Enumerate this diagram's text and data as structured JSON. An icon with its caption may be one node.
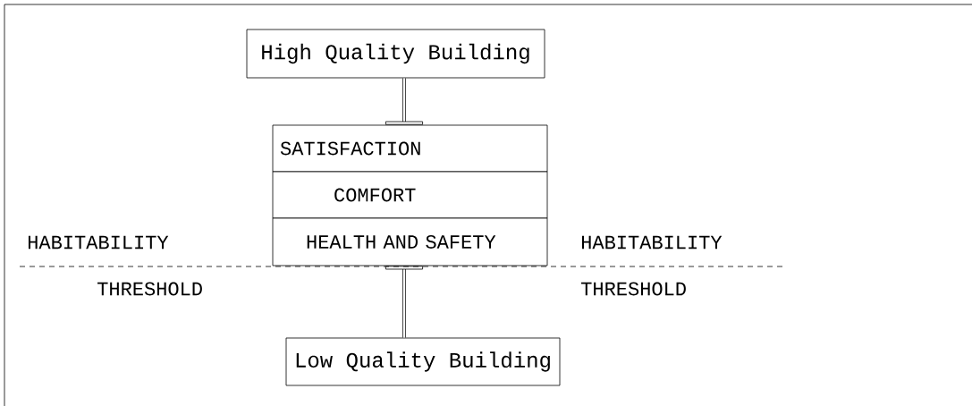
{
  "diagram": {
    "nodes": [
      {
        "text": [
          "High Quality Building"
        ]
      },
      {
        "text": [
          "SATISFACTION"
        ]
      },
      {
        "text": [
          "COMFORT"
        ]
      },
      {
        "text": [
          "HEALTH AND SAFETY"
        ]
      },
      {
        "text": [
          "Low Quality Building"
        ]
      }
    ],
    "edges": [
      {
        "from": 0,
        "to": 1,
        "arrow": "other"
      },
      {
        "from": 4,
        "to": 3,
        "arrow": "other"
      }
    ],
    "labels": [
      "HABITABILITY",
      "HABITABILITY",
      "THRESHOLD",
      "THRESHOLD"
    ]
  }
}
